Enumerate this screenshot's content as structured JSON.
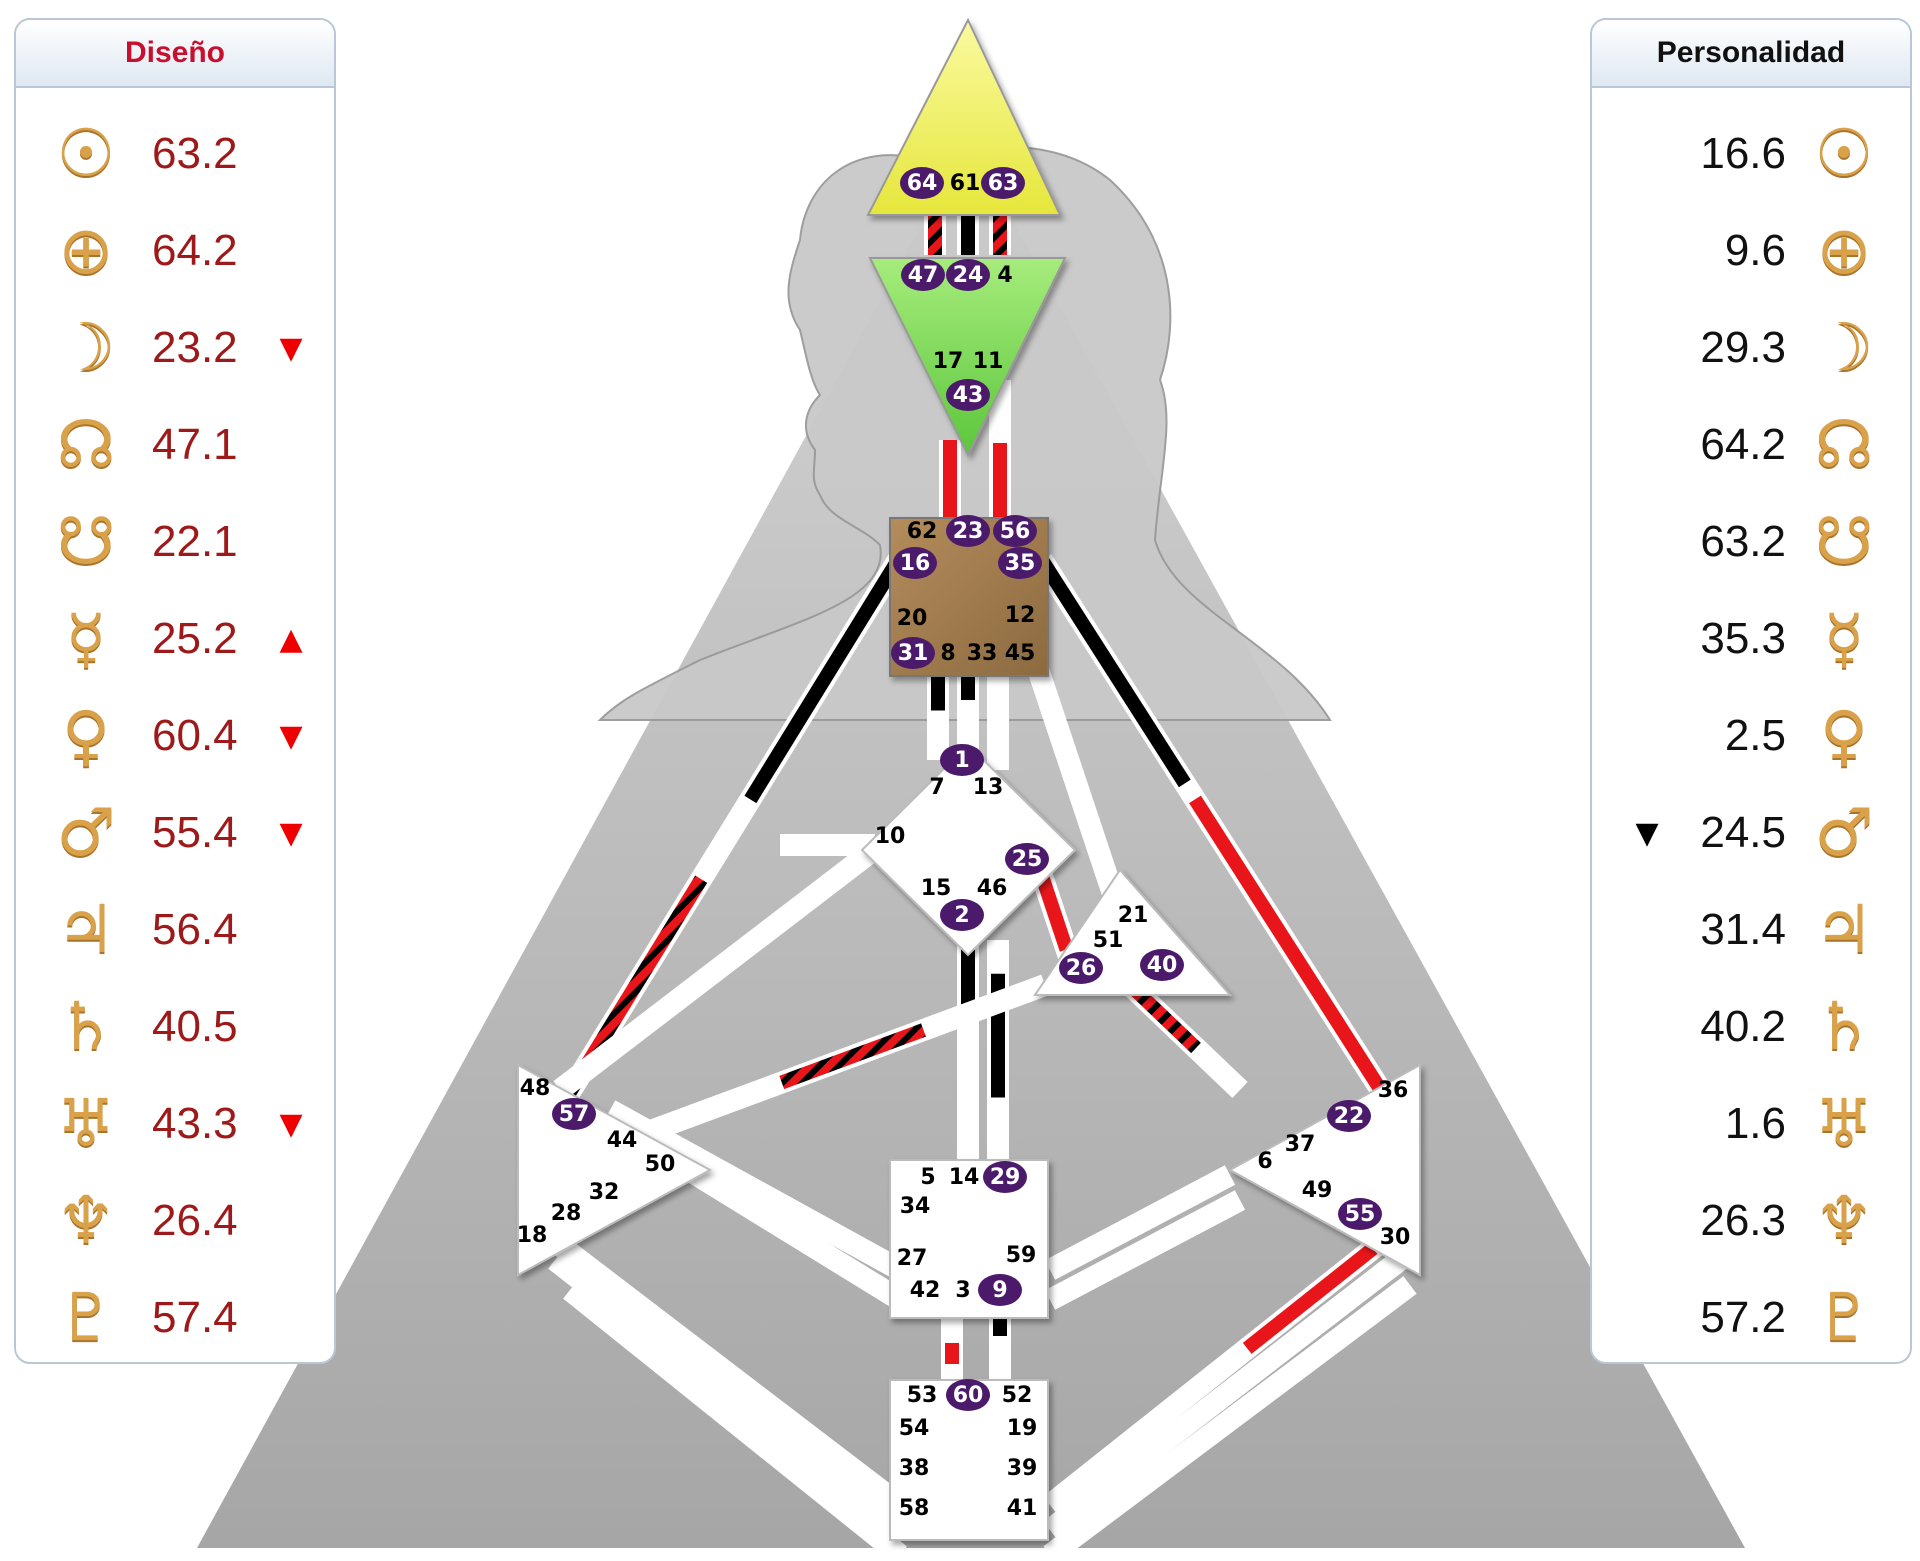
{
  "design": {
    "title": "Diseño",
    "rows": [
      {
        "planet": "sun-icon",
        "glyph": "☉",
        "value": "63.2",
        "arrow": ""
      },
      {
        "planet": "earth-icon",
        "glyph": "⊕",
        "value": "64.2",
        "arrow": ""
      },
      {
        "planet": "moon-icon",
        "glyph": "☽",
        "value": "23.2",
        "arrow": "▼"
      },
      {
        "planet": "north-node-icon",
        "glyph": "☊",
        "value": "47.1",
        "arrow": ""
      },
      {
        "planet": "south-node-icon",
        "glyph": "☋",
        "value": "22.1",
        "arrow": ""
      },
      {
        "planet": "mercury-icon",
        "glyph": "☿",
        "value": "25.2",
        "arrow": "▲"
      },
      {
        "planet": "venus-icon",
        "glyph": "♀",
        "value": "60.4",
        "arrow": "▼"
      },
      {
        "planet": "mars-icon",
        "glyph": "♂",
        "value": "55.4",
        "arrow": "▼"
      },
      {
        "planet": "jupiter-icon",
        "glyph": "♃",
        "value": "56.4",
        "arrow": ""
      },
      {
        "planet": "saturn-icon",
        "glyph": "♄",
        "value": "40.5",
        "arrow": ""
      },
      {
        "planet": "uranus-icon",
        "glyph": "♅",
        "value": "43.3",
        "arrow": "▼"
      },
      {
        "planet": "neptune-icon",
        "glyph": "♆",
        "value": "26.4",
        "arrow": ""
      },
      {
        "planet": "pluto-icon",
        "glyph": "♇",
        "value": "57.4",
        "arrow": ""
      }
    ]
  },
  "personality": {
    "title": "Personalidad",
    "rows": [
      {
        "planet": "sun-icon",
        "glyph": "☉",
        "value": "16.6",
        "arrow": ""
      },
      {
        "planet": "earth-icon",
        "glyph": "⊕",
        "value": "9.6",
        "arrow": ""
      },
      {
        "planet": "moon-icon",
        "glyph": "☽",
        "value": "29.3",
        "arrow": ""
      },
      {
        "planet": "north-node-icon",
        "glyph": "☊",
        "value": "64.2",
        "arrow": ""
      },
      {
        "planet": "south-node-icon",
        "glyph": "☋",
        "value": "63.2",
        "arrow": ""
      },
      {
        "planet": "mercury-icon",
        "glyph": "☿",
        "value": "35.3",
        "arrow": ""
      },
      {
        "planet": "venus-icon",
        "glyph": "♀",
        "value": "2.5",
        "arrow": ""
      },
      {
        "planet": "mars-icon",
        "glyph": "♂",
        "value": "24.5",
        "arrow": "▼"
      },
      {
        "planet": "jupiter-icon",
        "glyph": "♃",
        "value": "31.4",
        "arrow": ""
      },
      {
        "planet": "saturn-icon",
        "glyph": "♄",
        "value": "40.2",
        "arrow": ""
      },
      {
        "planet": "uranus-icon",
        "glyph": "♅",
        "value": "1.6",
        "arrow": ""
      },
      {
        "planet": "neptune-icon",
        "glyph": "♆",
        "value": "26.3",
        "arrow": ""
      },
      {
        "planet": "pluto-icon",
        "glyph": "♇",
        "value": "57.2",
        "arrow": ""
      }
    ]
  },
  "colors": {
    "head_center": "#f2f25a",
    "ajna_center": "#7ed957",
    "g_center": "#a07a4c",
    "design_red": "#e8161a",
    "personality_black": "#000000",
    "active_gate": "#4b1a6b",
    "body_gray": "#b9b9b9"
  },
  "centers": {
    "head": {
      "gates": [
        "64",
        "61",
        "63"
      ],
      "active": [
        "64",
        "63"
      ]
    },
    "ajna": {
      "gates": [
        "47",
        "24",
        "4",
        "17",
        "11",
        "43"
      ],
      "active": [
        "47",
        "24",
        "43"
      ]
    },
    "throat": {
      "gates": [
        "62",
        "23",
        "56",
        "16",
        "35",
        "20",
        "12",
        "31",
        "8",
        "33",
        "45"
      ],
      "active": [
        "23",
        "56",
        "16",
        "35",
        "31"
      ]
    },
    "g": {
      "gates": [
        "1",
        "7",
        "13",
        "10",
        "25",
        "15",
        "46",
        "2"
      ],
      "active": [
        "1",
        "25",
        "2"
      ]
    },
    "ego": {
      "gates": [
        "21",
        "51",
        "26",
        "40"
      ],
      "active": [
        "26",
        "40"
      ]
    },
    "spleen": {
      "gates": [
        "48",
        "57",
        "44",
        "50",
        "32",
        "28",
        "18"
      ],
      "active": [
        "57"
      ]
    },
    "solar_plexus": {
      "gates": [
        "36",
        "22",
        "37",
        "6",
        "49",
        "55",
        "30"
      ],
      "active": [
        "22",
        "55"
      ]
    },
    "sacral": {
      "gates": [
        "5",
        "14",
        "29",
        "34",
        "27",
        "59",
        "42",
        "3",
        "9"
      ],
      "active": [
        "29",
        "9"
      ]
    },
    "root": {
      "gates": [
        "53",
        "60",
        "52",
        "54",
        "19",
        "38",
        "39",
        "58",
        "41"
      ],
      "active": [
        "60"
      ]
    }
  }
}
